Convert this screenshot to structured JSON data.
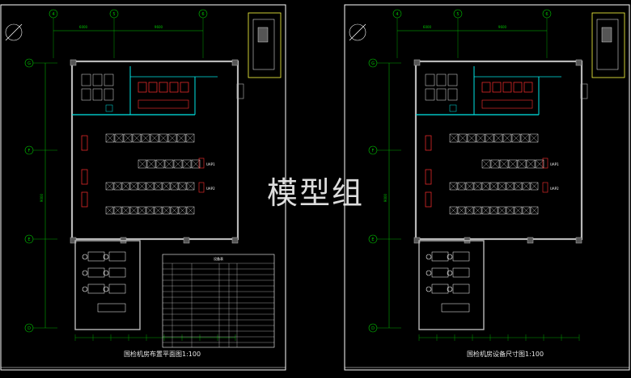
{
  "watermark": "模型组",
  "sheets": [
    {
      "title": "国检机房布置平面图1:100",
      "grid_labels": [
        "4",
        "5",
        "6",
        "G",
        "F",
        "E",
        "D"
      ],
      "dimensions_top": [
        "6000",
        "9600"
      ],
      "dimension_left": "9000",
      "ups_labels": [
        "UAP1",
        "UAP2"
      ],
      "table_title": "设备表"
    },
    {
      "title": "国检机房设备尺寸图1:100",
      "grid_labels": [
        "4",
        "5",
        "6",
        "G",
        "F",
        "E",
        "D"
      ],
      "dimensions_top": [
        "6000",
        "9600"
      ],
      "dimension_left": "9000",
      "ups_labels": [
        "UAP1",
        "UAP2"
      ]
    }
  ],
  "colors": {
    "background": "#000000",
    "frame": "#ffffff",
    "wall": "#b8b8b8",
    "dimension": "#00c800",
    "partition": "#00e6e6",
    "equipment": "#ff3030",
    "rack": "#e8e8e8",
    "keyplan": "#ffff40"
  }
}
